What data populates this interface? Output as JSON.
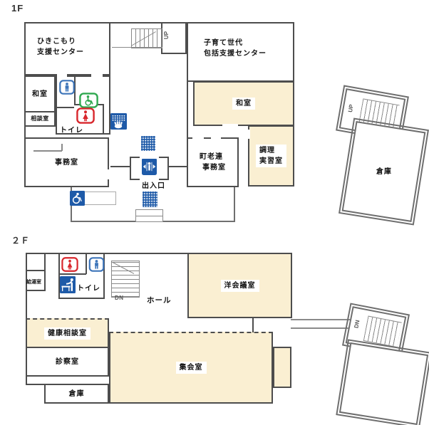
{
  "colors": {
    "room_fill": "#FAEFD2",
    "wall": "#4D4D4D",
    "icon_blue": "#1E5AA8",
    "icon_outline_blue": "#3C74B9",
    "icon_red": "#D8262C",
    "icon_green": "#2FA84F"
  },
  "floor1": {
    "title": "1F",
    "rooms": {
      "hikikomori": {
        "line1": "ひきこもり",
        "line2": "支援センター"
      },
      "washitsu_left": {
        "label": "和室"
      },
      "soudanshitsu": {
        "label": "相談室"
      },
      "toilet": {
        "label": "トイレ"
      },
      "jimushitsu": {
        "label": "事務室"
      },
      "kosodate": {
        "line1": "子育て世代",
        "line2": "包括支援センター"
      },
      "washitsu_right": {
        "label": "和室"
      },
      "chouri": {
        "line1": "調理",
        "line2": "実習室"
      },
      "chourouren": {
        "line1": "町老連",
        "line2": "事務室"
      }
    },
    "labels": {
      "entrance": "出入口",
      "stair_up": "UP"
    },
    "annex": {
      "souko": "倉庫",
      "stair_up": "UP"
    },
    "icons": {
      "men_toilet": "men-toilet-icon",
      "accessible_toilet": "accessible-toilet-icon",
      "women_toilet": "women-toilet-icon",
      "braille_info": "braille-information-icon",
      "tactile_paving": "tactile-paving-icon",
      "automatic_door": "automatic-door-icon",
      "wheelchair_ramp": "wheelchair-ramp-icon"
    }
  },
  "floor2": {
    "title": "２Ｆ",
    "rooms": {
      "kyutoushitsu": {
        "label": "給湯室"
      },
      "toilet": {
        "label": "トイレ"
      },
      "hall": {
        "label": "ホール"
      },
      "youkaigishitsu": {
        "label": "洋会議室"
      },
      "kenkousoudanshitsu": {
        "label": "健康相談室"
      },
      "shinsatsushitsu": {
        "label": "診察室"
      },
      "souko": {
        "label": "倉庫"
      },
      "shuukaishitsu": {
        "label": "集会室"
      }
    },
    "labels": {
      "stair_dn": "DN"
    },
    "annex": {
      "stair_dn": "DN"
    },
    "icons": {
      "women_toilet": "women-toilet-icon",
      "men_toilet": "men-toilet-icon",
      "baby_changing": "baby-changing-icon"
    }
  }
}
